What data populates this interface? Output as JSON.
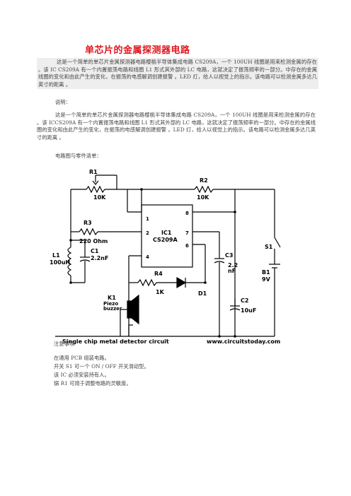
{
  "document": {
    "title": "单芯片的金属探测器电路",
    "intro_paragraph": "这是一个简单的单芯片金属探测器电路樱桃半导体集成电路 CS209A，一个 100UH 线圈是用来检测金属的存在 。该 IC CS209A 有一个内置振荡电路和线圈 L1 形式其外部的 LC 电路，这就决定了振荡频率的一部分。中存在的金属线圈的变化和由此产生的变化，在振荡的电感解调创建报警 。LED 灯，给人以视觉上的指示。该电路可以检测金属多达几英寸的距离 。",
    "explanation_label": "说明：",
    "explanation_paragraph": "这是一个简单的单芯片金属探测器电路樱桃半导体集成电路 CS209A，一个 100UH 线圈是用来检测金属的存在 。该 ICCS209A 有一个内置振荡电路和线圈 L1 形式其外部的 LC 电路，这就决定了振荡频率的一部分。中存在的金属线圈的变化和由此产生的变化，在振荡的电感解调创建报警 。LED 灯，给人以视觉上的指示。该电路可以检测金属多达几英寸的距离 。",
    "parts_label": "电路图与零件清单：",
    "notes_label": "注意事项",
    "notes": [
      "在通用 PCB 组装电路。",
      "开关 S1 可一个 ON / OFF 开关滑动型。",
      "该 IC 必须安装持有人。",
      "锅 R1 可用于调整电路的灵敏度。"
    ]
  },
  "circuit": {
    "caption_left": "Single chip metal detector circuit",
    "caption_right": "www.circuitstoday.com",
    "ic_name": "IC1",
    "ic_part": "CS209A",
    "pins": [
      "1",
      "2",
      "4",
      "8",
      "7",
      "6"
    ],
    "components": {
      "r1": {
        "name": "R1",
        "value": "10K"
      },
      "r2": {
        "name": "R2",
        "value": "10K"
      },
      "r3": {
        "name": "R3",
        "value": "220 Ohm"
      },
      "r4": {
        "name": "R4",
        "value": "1K"
      },
      "l1": {
        "name": "L1",
        "value": "100uH"
      },
      "c1": {
        "name": "C1",
        "value": "2.2nF"
      },
      "c3": {
        "name": "C3",
        "value": "2.2",
        "unit": "nF"
      },
      "c2": {
        "name": "C2",
        "value": "10uF"
      },
      "d1": {
        "name": "D1"
      },
      "s1": {
        "name": "S1"
      },
      "b1": {
        "name": "B1",
        "value": "9V"
      },
      "k1": {
        "name": "K1",
        "line2": "Piezo",
        "line3": "buzzer"
      }
    }
  }
}
